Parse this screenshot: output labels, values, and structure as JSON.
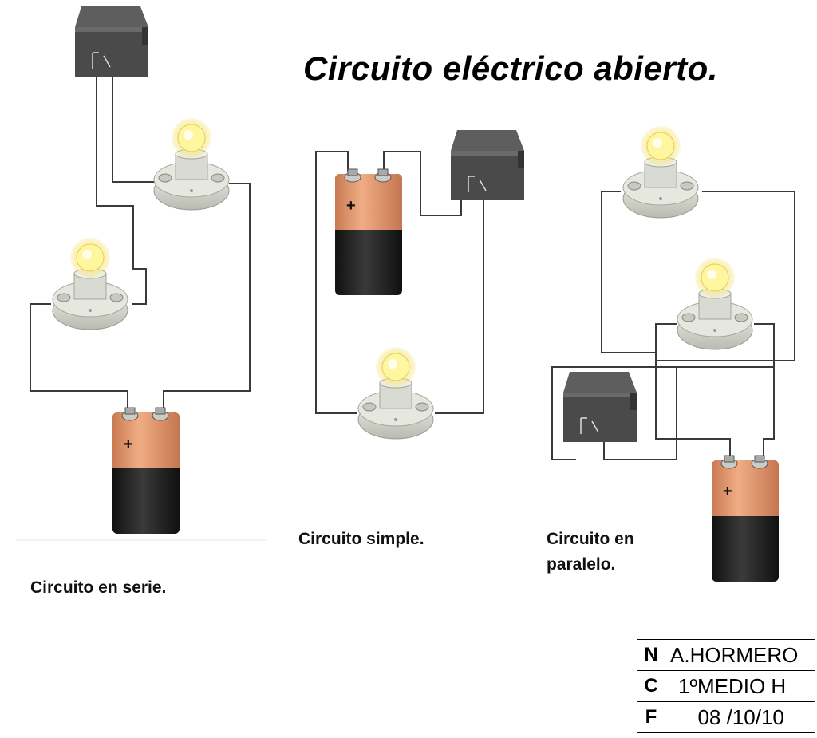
{
  "title": "Circuito eléctrico abierto.",
  "captions": {
    "serie": "Circuito en serie.",
    "simple": "Circuito simple.",
    "paralelo_1": "Circuito en",
    "paralelo_2": "paralelo."
  },
  "battery_plus": "+",
  "info_table": [
    {
      "key": "N",
      "value": "A.HORMERO"
    },
    {
      "key": "C",
      "value": "1ºMEDIO H"
    },
    {
      "key": "F",
      "value": "  08 /10/10"
    }
  ],
  "colors": {
    "battery_copper": "#d9926a",
    "battery_black": "#1c1c1c",
    "switch_body": "#4a4a4a",
    "bulb_glow": "#fff59a",
    "socket": "#d6d8cf",
    "wire": "#3a3a3a"
  }
}
